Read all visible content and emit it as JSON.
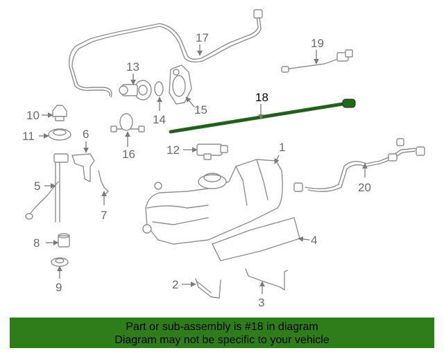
{
  "callouts": {
    "c1": "1",
    "c2": "2",
    "c3": "3",
    "c4": "4",
    "c5": "5",
    "c6": "6",
    "c7": "7",
    "c8": "8",
    "c9": "9",
    "c10": "10",
    "c11": "11",
    "c12": "12",
    "c13": "13",
    "c14": "14",
    "c15": "15",
    "c16": "16",
    "c17": "17",
    "c18": "18",
    "c19": "19",
    "c20": "20"
  },
  "highlighted_part": "18",
  "colors": {
    "banner": "#2e7d1a",
    "highlight_part": "#1f6b1a",
    "line_art": "#8e8e8e"
  },
  "banner": {
    "line1": "Part or sub-assembly is #18 in diagram",
    "line2": "Diagram may not be specific to your vehicle"
  }
}
